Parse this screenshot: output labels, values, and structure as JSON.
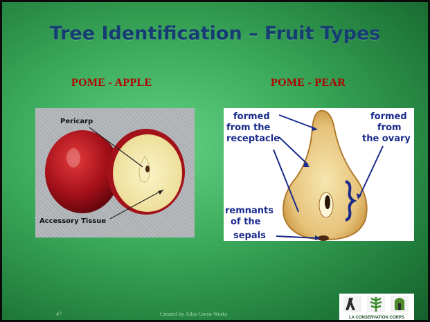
{
  "slide": {
    "title": "Tree Identification – Fruit Types",
    "left_label": "POME - APPLE",
    "right_label": "POME - PEAR",
    "apple_photo": {
      "pericarp_label": "Pericarp",
      "accessory_label": "Accessory Tissue"
    },
    "pear_photo": {
      "formed_from_receptacle": [
        "formed",
        "from the",
        "receptacle"
      ],
      "formed_from_ovary": [
        "formed",
        "from",
        "the ovary"
      ],
      "remnants_of_sepals": [
        "remnants",
        "of the",
        "sepals"
      ]
    },
    "footer": {
      "slide_number": "47",
      "credit": "Created by Atlas Green Works",
      "logo_text": "LA CONSERVATION CORPS"
    }
  },
  "colors": {
    "title": "#163d73",
    "label": "#b30000",
    "background": "#3cab5c",
    "figure_text": "#1a2a8a"
  }
}
